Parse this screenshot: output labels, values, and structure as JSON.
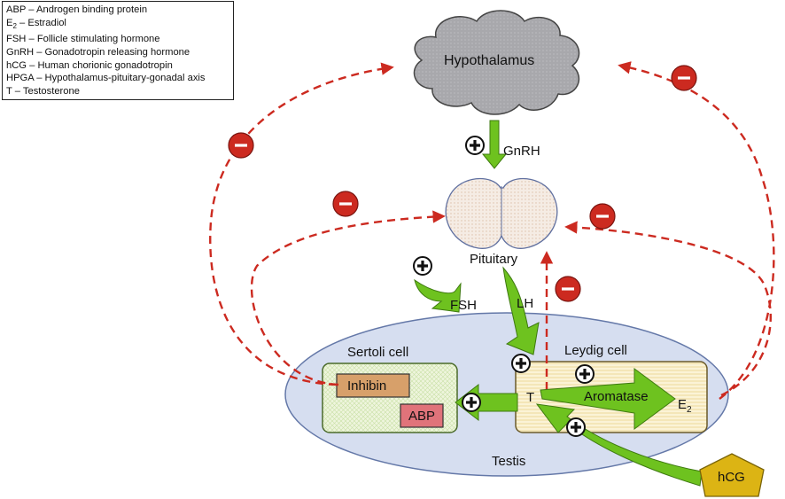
{
  "legend": [
    {
      "abbr": "ABP",
      "full": "Androgen binding protein"
    },
    {
      "abbr": "E",
      "sub": "2",
      "full": "Estradiol"
    },
    {
      "abbr": "FSH",
      "full": "Follicle stimulating hormone"
    },
    {
      "abbr": "GnRH",
      "full": "Gonadotropin releasing hormone"
    },
    {
      "abbr": "hCG",
      "full": "Human chorionic gonadotropin"
    },
    {
      "abbr": "HPGA",
      "full": "Hypothalamus-pituitary-gonadal axis"
    },
    {
      "abbr": "T",
      "full": "Testosterone"
    }
  ],
  "legend_separator": " – ",
  "nodes": {
    "hypothalamus": "Hypothalamus",
    "gnrh": "GnRH",
    "pituitary": "Pituitary",
    "fsh": "FSH",
    "lh": "LH",
    "sertoli": "Sertoli cell",
    "leydig": "Leydig cell",
    "inhibin": "Inhibin",
    "abp": "ABP",
    "t": "T",
    "aromatase": "Aromatase",
    "e": "E",
    "e_sub": "2",
    "testis": "Testis",
    "hcg": "hCG"
  },
  "symbols": {
    "stimulate": "+",
    "inhibit": "−"
  },
  "colors": {
    "arrow_green": "#6ec21f",
    "inhibit_red": "#cc2a20",
    "feedback_dash": "#cc2a20",
    "cloud_gray": "#a9a9ad",
    "testis_blue": "#d6def0",
    "inhibin_box": "#d7a06a",
    "abp_box": "#e0737a",
    "hcg_pentagon": "#dcb414"
  }
}
